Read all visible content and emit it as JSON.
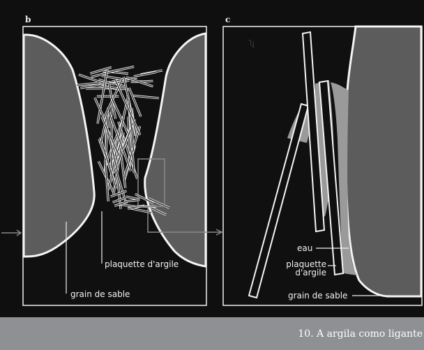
{
  "panel_b": {
    "letter": "b",
    "labels": {
      "platelet": "plaquette d'argile",
      "grain": "grain de sable"
    }
  },
  "panel_c": {
    "letter": "c",
    "labels": {
      "water": "eau",
      "platelet_line1": "plaquette",
      "platelet_line2": "d'argile",
      "grain": "grain de sable"
    }
  },
  "caption": "10. A argila como ligante",
  "colors": {
    "background": "#0f0f0f",
    "grain_fill": "#5c5c5c",
    "water_fill": "#9a9a9a",
    "outline": "#f5f5f5",
    "caption_bar": "#8e9093"
  }
}
